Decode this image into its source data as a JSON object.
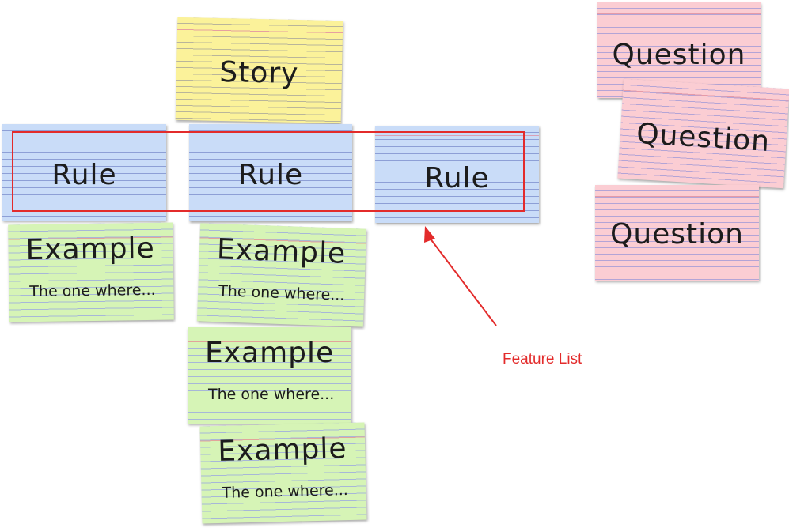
{
  "story": {
    "label": "Story",
    "color": "#fbf29a"
  },
  "rules": [
    {
      "label": "Rule"
    },
    {
      "label": "Rule"
    },
    {
      "label": "Rule"
    }
  ],
  "examples": [
    {
      "title": "Example",
      "subtitle": "The one where..."
    },
    {
      "title": "Example",
      "subtitle": "The one where..."
    },
    {
      "title": "Example",
      "subtitle": "The one where..."
    },
    {
      "title": "Example",
      "subtitle": "The one where..."
    }
  ],
  "questions": [
    {
      "label": "Question"
    },
    {
      "label": "Question"
    },
    {
      "label": "Question"
    }
  ],
  "annotation": {
    "label": "Feature List",
    "color": "#e32b2b"
  },
  "colors": {
    "rule_card": "#c9dcf8",
    "example_card": "#d6f4b6",
    "question_card": "#fbcdd3"
  }
}
